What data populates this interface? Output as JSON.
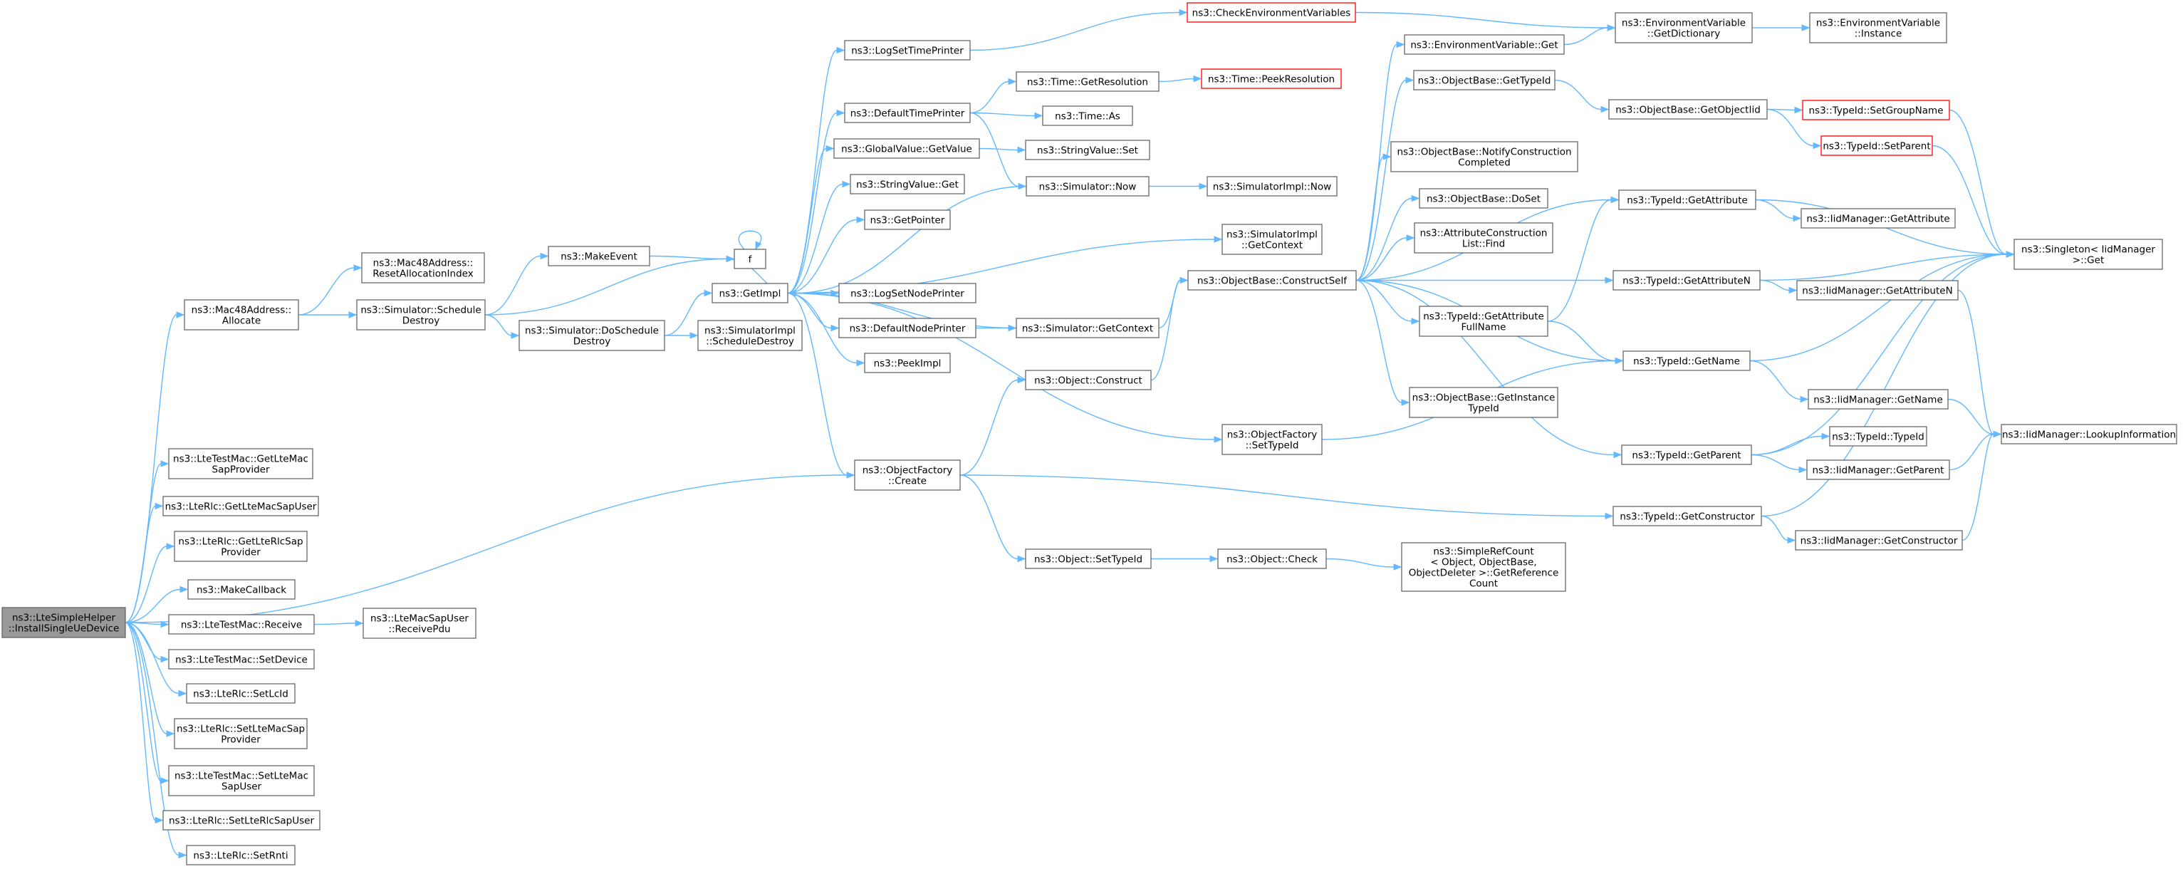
{
  "graph": {
    "colors": {
      "edge": "#63b8ff",
      "node_border": "#666666",
      "node_fill": "#ffffff",
      "root_fill": "#999999",
      "warning_border": "#ff0000"
    },
    "nodes": [
      {
        "id": "root",
        "lines": [
          "ns3::LteSimpleHelper",
          "::InstallSingleUeDevice"
        ],
        "style": "root"
      },
      {
        "id": "mac48alloc",
        "lines": [
          "ns3::Mac48Address::",
          "Allocate"
        ]
      },
      {
        "id": "gltemacsap",
        "lines": [
          "ns3::LteTestMac::GetLteMac",
          "SapProvider"
        ]
      },
      {
        "id": "gltemacsapuser",
        "lines": [
          "ns3::LteRlc::GetLteMacSapUser"
        ]
      },
      {
        "id": "gltrlcsapprov",
        "lines": [
          "ns3::LteRlc::GetLteRlcSap",
          "Provider"
        ]
      },
      {
        "id": "makecallback",
        "lines": [
          "ns3::MakeCallback"
        ]
      },
      {
        "id": "ltereceive",
        "lines": [
          "ns3::LteTestMac::Receive"
        ]
      },
      {
        "id": "ltesetdevice",
        "lines": [
          "ns3::LteTestMac::SetDevice"
        ]
      },
      {
        "id": "setlcid",
        "lines": [
          "ns3::LteRlc::SetLcId"
        ]
      },
      {
        "id": "setltemacsapprov",
        "lines": [
          "ns3::LteRlc::SetLteMacSap",
          "Provider"
        ]
      },
      {
        "id": "setltemacsapuser",
        "lines": [
          "ns3::LteTestMac::SetLteMac",
          "SapUser"
        ]
      },
      {
        "id": "setlterlcsapuser",
        "lines": [
          "ns3::LteRlc::SetLteRlcSapUser"
        ]
      },
      {
        "id": "setrnti",
        "lines": [
          "ns3::LteRlc::SetRnti"
        ]
      },
      {
        "id": "resetalloc",
        "lines": [
          "ns3::Mac48Address::",
          "ResetAllocationIndex"
        ]
      },
      {
        "id": "schedDestroy",
        "lines": [
          "ns3::Simulator::Schedule",
          "Destroy"
        ]
      },
      {
        "id": "receivepdu",
        "lines": [
          "ns3::LteMacSapUser",
          "::ReceivePdu"
        ]
      },
      {
        "id": "makeevent",
        "lines": [
          "ns3::MakeEvent"
        ]
      },
      {
        "id": "doSchedDestroy",
        "lines": [
          "ns3::Simulator::DoSchedule",
          "Destroy"
        ]
      },
      {
        "id": "f",
        "lines": [
          "f"
        ]
      },
      {
        "id": "getimpl",
        "lines": [
          "ns3::GetImpl"
        ]
      },
      {
        "id": "implSchedDestroy",
        "lines": [
          "ns3::SimulatorImpl",
          "::ScheduleDestroy"
        ]
      },
      {
        "id": "logsettimeprinter",
        "lines": [
          "ns3::LogSetTimePrinter"
        ]
      },
      {
        "id": "defaulttimeprinter",
        "lines": [
          "ns3::DefaultTimePrinter"
        ]
      },
      {
        "id": "gvgetvalue",
        "lines": [
          "ns3::GlobalValue::GetValue"
        ]
      },
      {
        "id": "stringvalueget",
        "lines": [
          "ns3::StringValue::Get"
        ]
      },
      {
        "id": "getpointer",
        "lines": [
          "ns3::GetPointer"
        ]
      },
      {
        "id": "logsetnodeprinter",
        "lines": [
          "ns3::LogSetNodePrinter"
        ]
      },
      {
        "id": "defaultnodeprinter",
        "lines": [
          "ns3::DefaultNodePrinter"
        ]
      },
      {
        "id": "peekimpl",
        "lines": [
          "ns3::PeekImpl"
        ]
      },
      {
        "id": "objfactorycreate",
        "lines": [
          "ns3::ObjectFactory",
          "::Create"
        ]
      },
      {
        "id": "checkenvvars",
        "lines": [
          "ns3::CheckEnvironmentVariables"
        ],
        "style": "red"
      },
      {
        "id": "timegetres",
        "lines": [
          "ns3::Time::GetResolution"
        ]
      },
      {
        "id": "timeas",
        "lines": [
          "ns3::Time::As"
        ]
      },
      {
        "id": "stringvalueset",
        "lines": [
          "ns3::StringValue::Set"
        ]
      },
      {
        "id": "simnow",
        "lines": [
          "ns3::Simulator::Now"
        ]
      },
      {
        "id": "simgetcontext",
        "lines": [
          "ns3::Simulator::GetContext"
        ]
      },
      {
        "id": "objconstruct",
        "lines": [
          "ns3::Object::Construct"
        ]
      },
      {
        "id": "objsettypeid",
        "lines": [
          "ns3::Object::SetTypeId"
        ]
      },
      {
        "id": "timepeekres",
        "lines": [
          "ns3::Time::PeekResolution"
        ],
        "style": "red"
      },
      {
        "id": "simimplnow",
        "lines": [
          "ns3::SimulatorImpl::Now"
        ]
      },
      {
        "id": "simimplgetctx",
        "lines": [
          "ns3::SimulatorImpl",
          "::GetContext"
        ]
      },
      {
        "id": "constructself",
        "lines": [
          "ns3::ObjectBase::ConstructSelf"
        ]
      },
      {
        "id": "objfactorysettid",
        "lines": [
          "ns3::ObjectFactory",
          "::SetTypeId"
        ]
      },
      {
        "id": "objcheck",
        "lines": [
          "ns3::Object::Check"
        ]
      },
      {
        "id": "envvarget",
        "lines": [
          "ns3::EnvironmentVariable::Get"
        ]
      },
      {
        "id": "obgettypeid",
        "lines": [
          "ns3::ObjectBase::GetTypeId"
        ]
      },
      {
        "id": "obnotify",
        "lines": [
          "ns3::ObjectBase::NotifyConstruction",
          "Completed"
        ]
      },
      {
        "id": "obdoset",
        "lines": [
          "ns3::ObjectBase::DoSet"
        ]
      },
      {
        "id": "attrconstrfind",
        "lines": [
          "ns3::AttributeConstruction",
          "List::Find"
        ]
      },
      {
        "id": "tidgetattrfull",
        "lines": [
          "ns3::TypeId::GetAttribute",
          "FullName"
        ]
      },
      {
        "id": "obgetinsttid",
        "lines": [
          "ns3::ObjectBase::GetInstance",
          "TypeId"
        ]
      },
      {
        "id": "simplerefcount",
        "lines": [
          "ns3::SimpleRefCount",
          "< Object, ObjectBase,",
          "ObjectDeleter >::GetReference",
          "Count"
        ]
      },
      {
        "id": "envgetdict",
        "lines": [
          "ns3::EnvironmentVariable",
          "::GetDictionary"
        ]
      },
      {
        "id": "obgetobjtid",
        "lines": [
          "ns3::ObjectBase::GetObjectIid"
        ]
      },
      {
        "id": "tidgetattr",
        "lines": [
          "ns3::TypeId::GetAttribute"
        ]
      },
      {
        "id": "tidgetattrn",
        "lines": [
          "ns3::TypeId::GetAttributeN"
        ]
      },
      {
        "id": "tidgetname",
        "lines": [
          "ns3::TypeId::GetName"
        ]
      },
      {
        "id": "tidgetparent",
        "lines": [
          "ns3::TypeId::GetParent"
        ]
      },
      {
        "id": "tidgetctor",
        "lines": [
          "ns3::TypeId::GetConstructor"
        ]
      },
      {
        "id": "envinstance",
        "lines": [
          "ns3::EnvironmentVariable",
          "::Instance"
        ]
      },
      {
        "id": "tidsetgroupname",
        "lines": [
          "ns3::TypeId::SetGroupName"
        ],
        "style": "red"
      },
      {
        "id": "tidsetparent",
        "lines": [
          "ns3::TypeId::SetParent"
        ],
        "style": "red"
      },
      {
        "id": "iidgetattr",
        "lines": [
          "ns3::IidManager::GetAttribute"
        ]
      },
      {
        "id": "iidgetattrn",
        "lines": [
          "ns3::IidManager::GetAttributeN"
        ]
      },
      {
        "id": "iidgetname",
        "lines": [
          "ns3::IidManager::GetName"
        ]
      },
      {
        "id": "tidtypeid",
        "lines": [
          "ns3::TypeId::TypeId"
        ]
      },
      {
        "id": "iidgetparent",
        "lines": [
          "ns3::IidManager::GetParent"
        ]
      },
      {
        "id": "iidgetctor",
        "lines": [
          "ns3::IidManager::GetConstructor"
        ]
      },
      {
        "id": "singletonget",
        "lines": [
          "ns3::Singleton< IidManager",
          " >::Get"
        ]
      },
      {
        "id": "iidlookup",
        "lines": [
          "ns3::IidManager::LookupInformation"
        ]
      }
    ],
    "edges": [
      [
        "root",
        "mac48alloc"
      ],
      [
        "root",
        "gltemacsap"
      ],
      [
        "root",
        "gltemacsapuser"
      ],
      [
        "root",
        "gltrlcsapprov"
      ],
      [
        "root",
        "makecallback"
      ],
      [
        "root",
        "ltereceive"
      ],
      [
        "root",
        "ltesetdevice"
      ],
      [
        "root",
        "setlcid"
      ],
      [
        "root",
        "setltemacsapprov"
      ],
      [
        "root",
        "setltemacsapuser"
      ],
      [
        "root",
        "setlterlcsapuser"
      ],
      [
        "root",
        "setrnti"
      ],
      [
        "root",
        "objfactorycreate"
      ],
      [
        "mac48alloc",
        "resetalloc"
      ],
      [
        "mac48alloc",
        "schedDestroy"
      ],
      [
        "ltereceive",
        "receivepdu"
      ],
      [
        "schedDestroy",
        "makeevent"
      ],
      [
        "schedDestroy",
        "doSchedDestroy"
      ],
      [
        "schedDestroy",
        "f"
      ],
      [
        "makeevent",
        "f"
      ],
      [
        "f",
        "f"
      ],
      [
        "doSchedDestroy",
        "getimpl"
      ],
      [
        "doSchedDestroy",
        "implSchedDestroy"
      ],
      [
        "getimpl",
        "f"
      ],
      [
        "getimpl",
        "logsettimeprinter"
      ],
      [
        "getimpl",
        "defaulttimeprinter"
      ],
      [
        "getimpl",
        "gvgetvalue"
      ],
      [
        "getimpl",
        "stringvalueget"
      ],
      [
        "getimpl",
        "getpointer"
      ],
      [
        "getimpl",
        "logsetnodeprinter"
      ],
      [
        "getimpl",
        "defaultnodeprinter"
      ],
      [
        "getimpl",
        "peekimpl"
      ],
      [
        "getimpl",
        "objfactorycreate"
      ],
      [
        "getimpl",
        "objfactorysettid"
      ],
      [
        "getimpl",
        "simimplgetctx"
      ],
      [
        "logsettimeprinter",
        "checkenvvars"
      ],
      [
        "defaulttimeprinter",
        "timegetres"
      ],
      [
        "defaulttimeprinter",
        "timeas"
      ],
      [
        "defaulttimeprinter",
        "simnow"
      ],
      [
        "gvgetvalue",
        "stringvalueset"
      ],
      [
        "simnow",
        "getimpl"
      ],
      [
        "simnow",
        "simimplnow"
      ],
      [
        "timegetres",
        "timepeekres"
      ],
      [
        "defaultnodeprinter",
        "simgetcontext"
      ],
      [
        "simgetcontext",
        "getimpl"
      ],
      [
        "simgetcontext",
        "constructself"
      ],
      [
        "objfactorycreate",
        "objconstruct"
      ],
      [
        "objfactorycreate",
        "objsettypeid"
      ],
      [
        "objfactorycreate",
        "tidgetctor"
      ],
      [
        "objconstruct",
        "constructself"
      ],
      [
        "objsettypeid",
        "objcheck"
      ],
      [
        "objcheck",
        "simplerefcount"
      ],
      [
        "objfactorysettid",
        "tidgetname"
      ],
      [
        "checkenvvars",
        "envgetdict"
      ],
      [
        "envgetdict",
        "envinstance"
      ],
      [
        "constructself",
        "envvarget"
      ],
      [
        "constructself",
        "obgettypeid"
      ],
      [
        "constructself",
        "obnotify"
      ],
      [
        "constructself",
        "obdoset"
      ],
      [
        "constructself",
        "attrconstrfind"
      ],
      [
        "constructself",
        "tidgetattrfull"
      ],
      [
        "constructself",
        "obgetinsttid"
      ],
      [
        "constructself",
        "tidgetattr"
      ],
      [
        "constructself",
        "tidgetattrn"
      ],
      [
        "constructself",
        "tidgetname"
      ],
      [
        "constructself",
        "tidgetparent"
      ],
      [
        "envvarget",
        "envgetdict"
      ],
      [
        "obgettypeid",
        "obgetobjtid"
      ],
      [
        "obgetobjtid",
        "tidsetgroupname"
      ],
      [
        "obgetobjtid",
        "tidsetparent"
      ],
      [
        "tidgetattrfull",
        "tidgetattr"
      ],
      [
        "tidgetattrfull",
        "tidgetname"
      ],
      [
        "tidgetattr",
        "iidgetattr"
      ],
      [
        "tidgetattr",
        "singletonget"
      ],
      [
        "tidgetattrn",
        "iidgetattrn"
      ],
      [
        "tidgetattrn",
        "singletonget"
      ],
      [
        "tidgetname",
        "iidgetname"
      ],
      [
        "tidgetname",
        "singletonget"
      ],
      [
        "tidgetparent",
        "tidtypeid"
      ],
      [
        "tidgetparent",
        "iidgetparent"
      ],
      [
        "tidgetparent",
        "singletonget"
      ],
      [
        "tidgetctor",
        "iidgetctor"
      ],
      [
        "tidgetctor",
        "singletonget"
      ],
      [
        "tidsetgroupname",
        "singletonget"
      ],
      [
        "tidsetparent",
        "singletonget"
      ],
      [
        "iidgetattrn",
        "iidlookup"
      ],
      [
        "iidgetname",
        "iidlookup"
      ],
      [
        "iidgetparent",
        "iidlookup"
      ],
      [
        "iidgetctor",
        "iidlookup"
      ]
    ]
  }
}
